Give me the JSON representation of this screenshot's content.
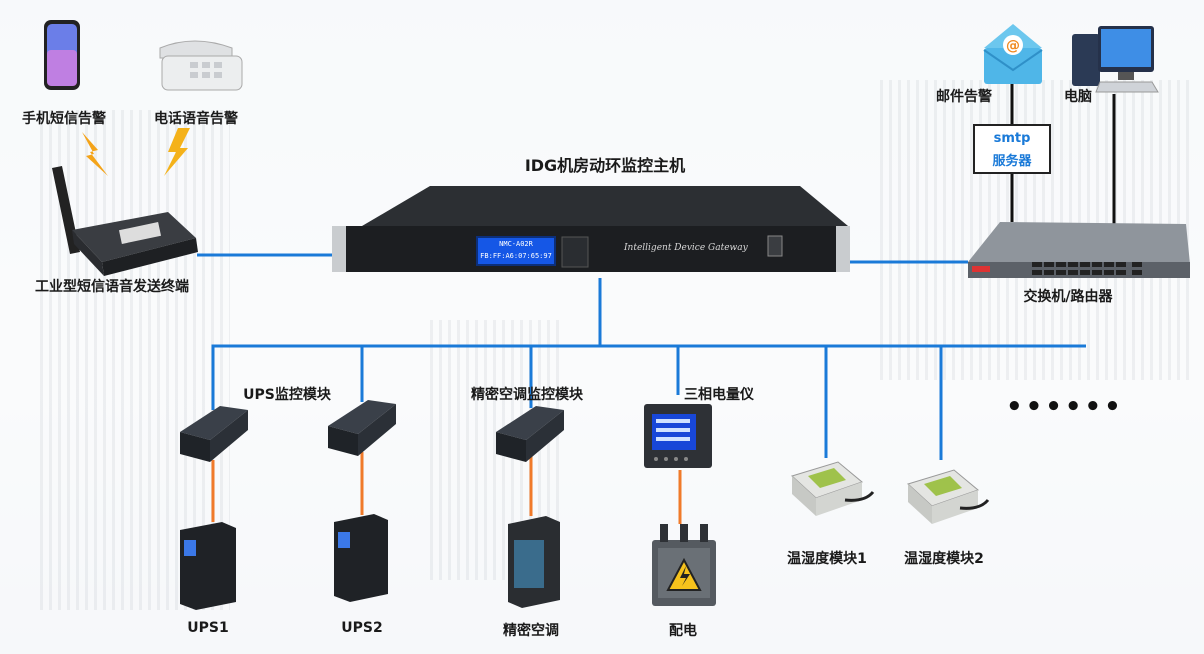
{
  "diagram": {
    "host_title": "IDG机房动环监控主机",
    "host_brand": "Intelligent Device Gateway",
    "host_lcd_line1": "NMC-A02R",
    "host_lcd_line2": "FB:FF:A6:07:65:97",
    "sms_alarm": "手机短信告警",
    "voice_alarm": "电话语音告警",
    "gsm_terminal": "工业型短信语音发送终端",
    "email_alarm": "邮件告警",
    "computer": "电脑",
    "smtp_line1": "smtp",
    "smtp_line2": "服务器",
    "switch": "交换机/路由器",
    "ups_module": "UPS监控模块",
    "ac_module": "精密空调监控模块",
    "meter": "三相电量仪",
    "ups1": "UPS1",
    "ups2": "UPS2",
    "precision_ac": "精密空调",
    "power_dist": "配电",
    "th_module1": "温湿度模块1",
    "th_module2": "温湿度模块2",
    "more": "••••••",
    "colors": {
      "bus": "#1a7ad8",
      "serial": "#f07a2a",
      "wire": "#111111",
      "lcd": "#1557e6"
    }
  }
}
